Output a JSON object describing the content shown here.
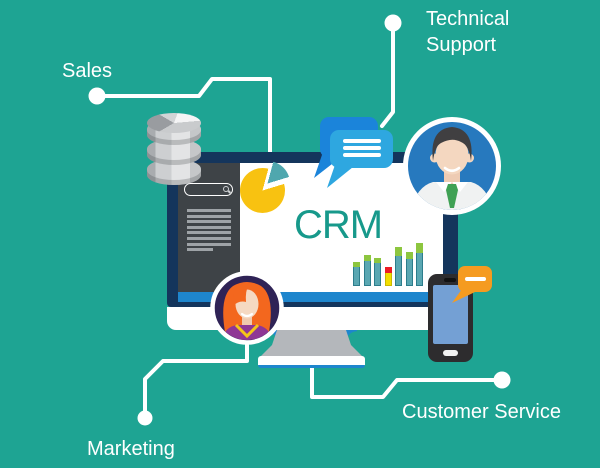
{
  "scene": {
    "background_color": "#1EA493"
  },
  "labels": {
    "sales": "Sales",
    "technical_support": "Technical Support",
    "marketing": "Marketing",
    "customer_service": "Customer Service"
  },
  "monitor": {
    "screen_title": "CRM",
    "sidebar": {
      "menu_line_widths": [
        44,
        44,
        44,
        44,
        44,
        44,
        44,
        26
      ]
    }
  },
  "chart_data": [
    {
      "type": "pie",
      "values": [
        83,
        17
      ],
      "colors": [
        "#F8C211",
        "#4FA7AE"
      ],
      "exploded_slice_index": 1
    },
    {
      "type": "bar",
      "values": [
        24,
        31,
        28,
        19,
        39,
        34,
        43
      ],
      "bar_colors": [
        "teal",
        "teal",
        "teal",
        "yellow",
        "teal",
        "teal",
        "teal"
      ],
      "cap_colors": [
        "green",
        "green",
        "green",
        "red",
        "green",
        "green",
        "green"
      ]
    }
  ],
  "bars": [
    {
      "h": 24,
      "cap": 5,
      "type": "teal"
    },
    {
      "h": 31,
      "cap": 6,
      "type": "teal"
    },
    {
      "h": 28,
      "cap": 5,
      "type": "teal"
    },
    {
      "h": 19,
      "cap": 6,
      "type": "yellow"
    },
    {
      "h": 39,
      "cap": 9,
      "type": "teal"
    },
    {
      "h": 34,
      "cap": 7,
      "type": "teal"
    },
    {
      "h": 43,
      "cap": 10,
      "type": "teal"
    }
  ],
  "colors": {
    "background": "#1EA493",
    "monitor_frame": "#14355C",
    "sidebar": "#3E4347",
    "screen_bottom_strip": "#1E86CD",
    "crm_text": "#17998B",
    "bubble_back": "#1B84DA",
    "bubble_front": "#2EA7E0",
    "orange_bubble": "#F59B20",
    "pie_yellow": "#F8C211",
    "pie_teal": "#4FA7AE",
    "bar_teal": "#5AA7B2",
    "bar_green_cap": "#8DC63F",
    "bar_yellow": "#F2DE00",
    "bar_red_cap": "#EC1C24",
    "phone_screen": "#74A0D4",
    "connector": "#FFFFFF"
  }
}
